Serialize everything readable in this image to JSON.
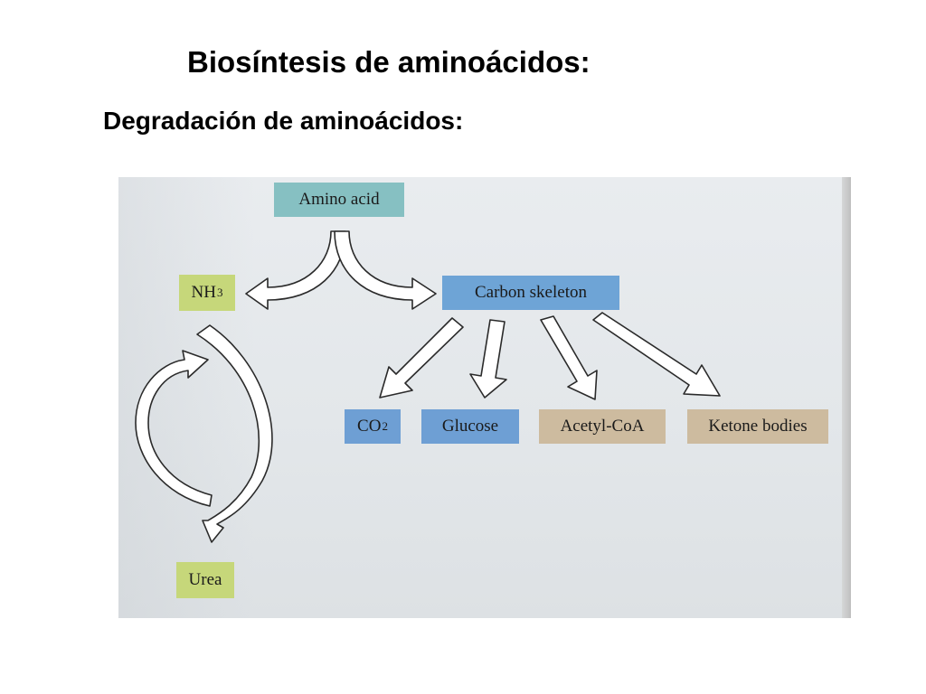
{
  "slide": {
    "title": "Biosíntesis de aminoácidos:",
    "subtitle": "Degradación de aminoácidos:"
  },
  "diagram": {
    "nodes": {
      "amino_acid": {
        "label": "Amino acid",
        "color": "#86c0c2"
      },
      "nh3": {
        "label": "NH",
        "subscript": "3",
        "color": "#c6d77a"
      },
      "carbon_skeleton": {
        "label": "Carbon skeleton",
        "color": "#6ea4d6"
      },
      "co2": {
        "label": "CO",
        "subscript": "2",
        "color": "#6e9fd4"
      },
      "glucose": {
        "label": "Glucose",
        "color": "#6e9fd4"
      },
      "acetyl_coa": {
        "label": "Acetyl-CoA",
        "color": "#cdbb9f"
      },
      "ketone_bodies": {
        "label": "Ketone bodies",
        "color": "#cdbb9f"
      },
      "urea": {
        "label": "Urea",
        "color": "#c6d77a"
      }
    },
    "arrow_color": "#ffffff",
    "arrow_stroke": "#2a2a2a"
  }
}
